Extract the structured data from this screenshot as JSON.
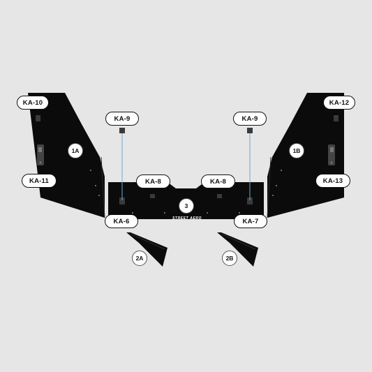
{
  "colors": {
    "background": "#e6e6e6",
    "panel": "#0b0b0b",
    "bracket": "#3a3a3a",
    "leader_line": "#6fa8d6",
    "label_bg": "#ffffff",
    "label_border": "#111111"
  },
  "brand_text": "STREET AERO",
  "part_labels": {
    "ka10": "KA-10",
    "ka9_left": "KA-9",
    "ka9_right": "KA-9",
    "ka12": "KA-12",
    "ka11": "KA-11",
    "ka13": "KA-13",
    "ka8_left": "KA-8",
    "ka8_right": "KA-8",
    "ka6": "KA-6",
    "ka7": "KA-7"
  },
  "panel_labels": {
    "p1a": "1A",
    "p1b": "1B",
    "p3": "3",
    "p2a": "2A",
    "p2b": "2B"
  }
}
